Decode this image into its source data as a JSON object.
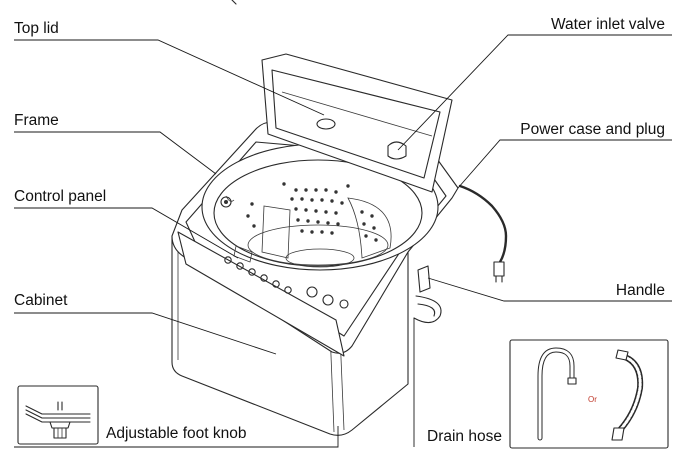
{
  "labels": {
    "top_lid": "Top lid",
    "frame": "Frame",
    "control_panel": "Control panel",
    "cabinet": "Cabinet",
    "water_inlet_valve": "Water inlet valve",
    "power_case_and_plug": "Power case and plug",
    "handle": "Handle",
    "adjustable_foot_knob": "Adjustable foot knob",
    "drain_hose": "Drain hose",
    "or_text": "Or"
  },
  "colors": {
    "line": "#2a2a2a",
    "label": "#111111",
    "or_text": "#c0392b"
  }
}
